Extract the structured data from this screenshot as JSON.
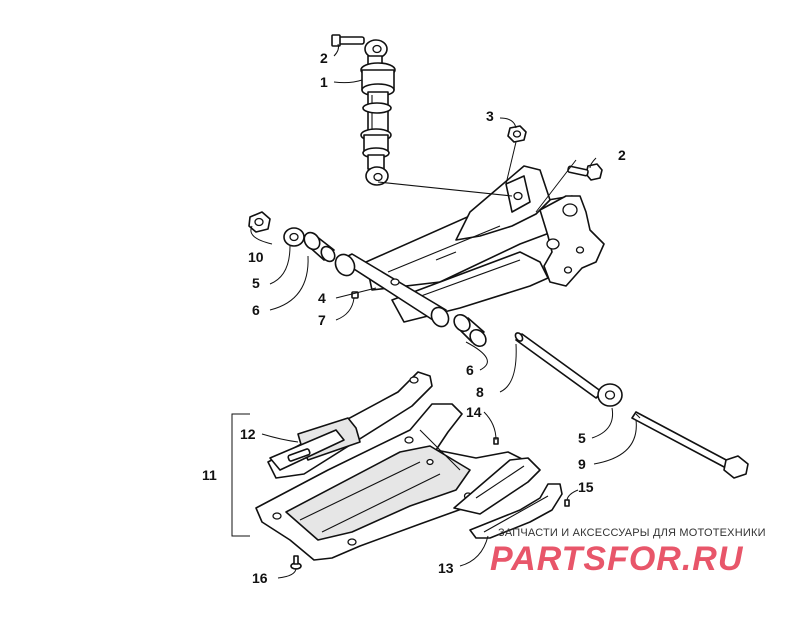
{
  "diagram": {
    "callouts": {
      "c1": "1",
      "c2a": "2",
      "c2b": "2",
      "c3": "3",
      "c4": "4",
      "c5a": "5",
      "c5b": "5",
      "c6a": "6",
      "c6b": "6",
      "c7": "7",
      "c8": "8",
      "c9": "9",
      "c10": "10",
      "c11": "11",
      "c12": "12",
      "c13": "13",
      "c14": "14",
      "c15": "15",
      "c16": "16"
    }
  },
  "watermark": {
    "tagline": "ЗАПЧАСТИ И АКСЕССУАРЫ ДЛЯ МОТОТЕХНИКИ",
    "logo": "PARTSFOR.RU"
  }
}
